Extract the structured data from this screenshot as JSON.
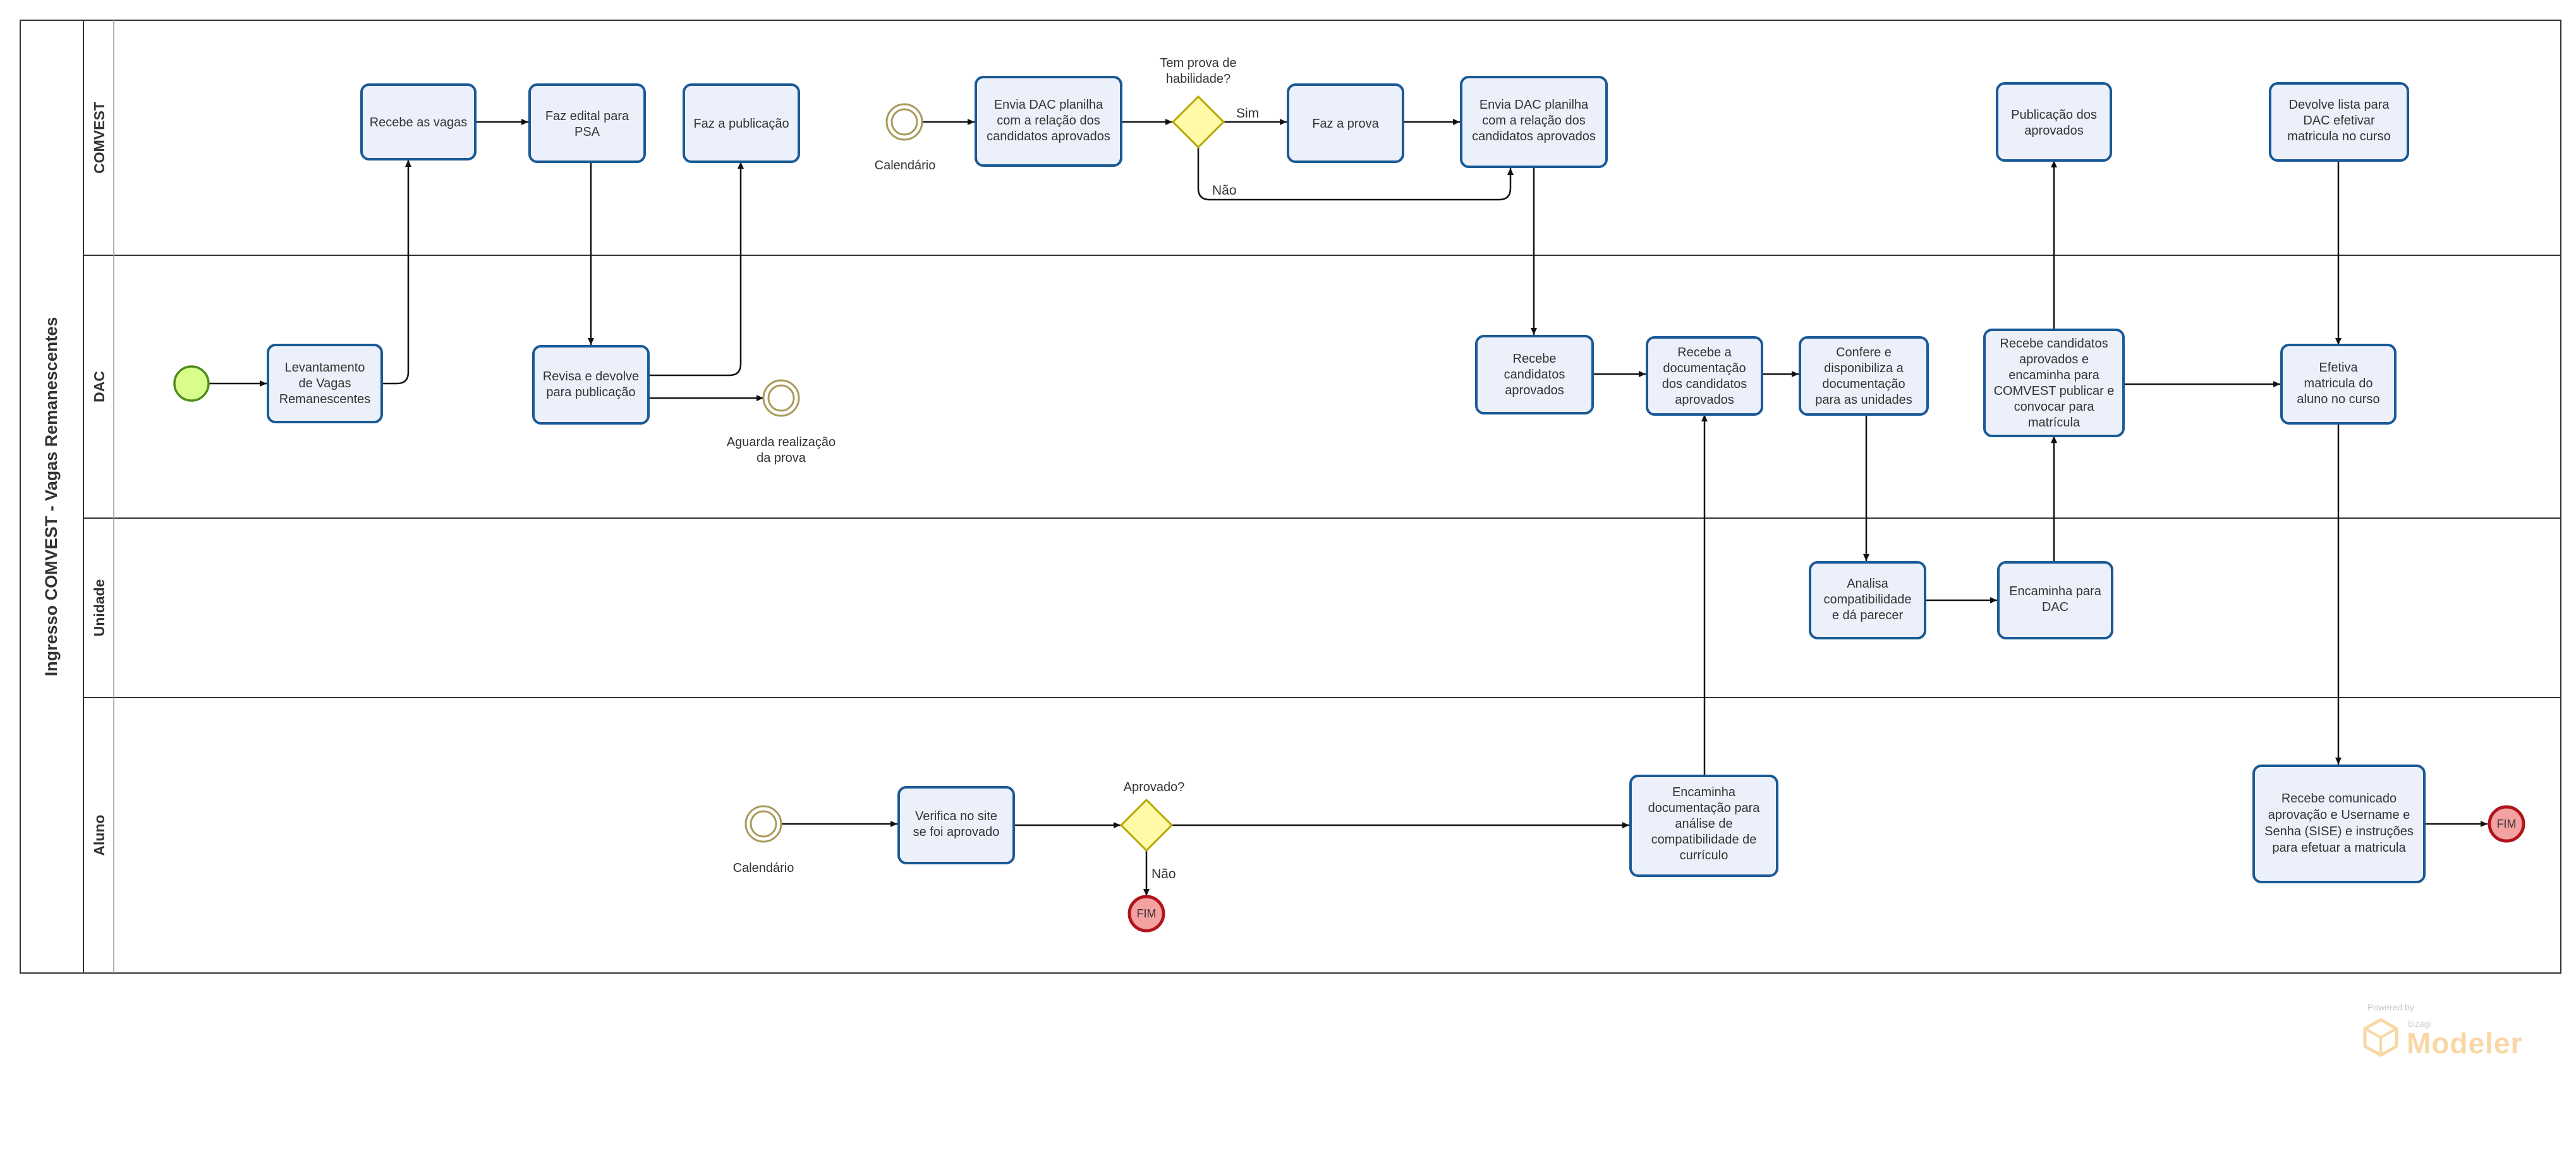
{
  "pool": {
    "title": "Ingresso COMVEST - Vagas  Remanescentes"
  },
  "lanes": [
    {
      "id": "comvest",
      "label": "COMVEST"
    },
    {
      "id": "dac",
      "label": "DAC"
    },
    {
      "id": "unidade",
      "label": "Unidade"
    },
    {
      "id": "aluno",
      "label": "Aluno"
    }
  ],
  "tasks": {
    "recebe_vagas": [
      "Recebe as vagas"
    ],
    "faz_edital": [
      "Faz edital para",
      "PSA"
    ],
    "faz_publicacao": [
      "Faz a publicação"
    ],
    "envia_dac_1": [
      "Envia DAC planilha",
      "com a relação dos",
      "candidatos aprovados"
    ],
    "faz_prova": [
      "Faz a prova"
    ],
    "envia_dac_2": [
      "Envia DAC planilha",
      "com a relação dos",
      "candidatos aprovados"
    ],
    "publicacao_aprovados": [
      "Publicação dos",
      "aprovados"
    ],
    "devolve_lista": [
      "Devolve  lista para",
      "DAC efetivar",
      "matricula no curso"
    ],
    "levantamento": [
      "Levantamento",
      "de Vagas",
      "Remanescentes"
    ],
    "revisa_devolve": [
      "Revisa e devolve",
      "para publicação"
    ],
    "recebe_candidatos": [
      "Recebe",
      "candidatos",
      "aprovados"
    ],
    "recebe_documentacao": [
      "Recebe a",
      "documentação",
      "dos candidatos",
      "aprovados"
    ],
    "confere_disponibiliza": [
      "Confere e",
      "disponibiliza a",
      "documentação",
      "para as unidades"
    ],
    "recebe_encaminha": [
      "Recebe candidatos",
      "aprovados e",
      "encaminha para",
      "COMVEST publicar e",
      "convocar para",
      "matrícula"
    ],
    "efetiva_matricula": [
      "Efetiva",
      "matricula do",
      "aluno no curso"
    ],
    "analisa": [
      "Analisa",
      "compatibilidade",
      "e dá parecer"
    ],
    "encaminha_dac": [
      "Encaminha para",
      "DAC"
    ],
    "verifica_site": [
      "Verifica no site",
      "se foi aprovado"
    ],
    "encaminha_doc": [
      "Encaminha",
      "documentação para",
      "análise de",
      "compatibilidade de",
      "currículo"
    ],
    "recebe_comunicado": [
      "Recebe comunicado",
      "aprovação e  Username e",
      "Senha (SISE) e instruções",
      "para efetuar a matricula"
    ]
  },
  "gateways": {
    "tem_prova": [
      "Tem prova de",
      "habilidade?"
    ],
    "aprovado": [
      "Aprovado?"
    ]
  },
  "events": {
    "calendario_comvest": "Calendário",
    "calendario_aluno": "Calendário",
    "aguarda_prova": [
      "Aguarda realização",
      "da prova"
    ],
    "fim_1": "FIM",
    "fim_2": "FIM"
  },
  "flow_labels": {
    "sim": "Sim",
    "nao_comvest": "Não",
    "nao_aluno": "Não"
  },
  "branding": {
    "powered_by": "Powered by",
    "vendor": "bizagi",
    "product": "Modeler"
  },
  "colors": {
    "task_fill": "#ecf0fb",
    "task_stroke": "#1a5a96",
    "gateway_fill": "#fffaa8",
    "start_fill": "#d8fd8a",
    "end_fill": "#f3a1a1",
    "end_stroke": "#b0141c",
    "brand": "#f3a73a"
  }
}
